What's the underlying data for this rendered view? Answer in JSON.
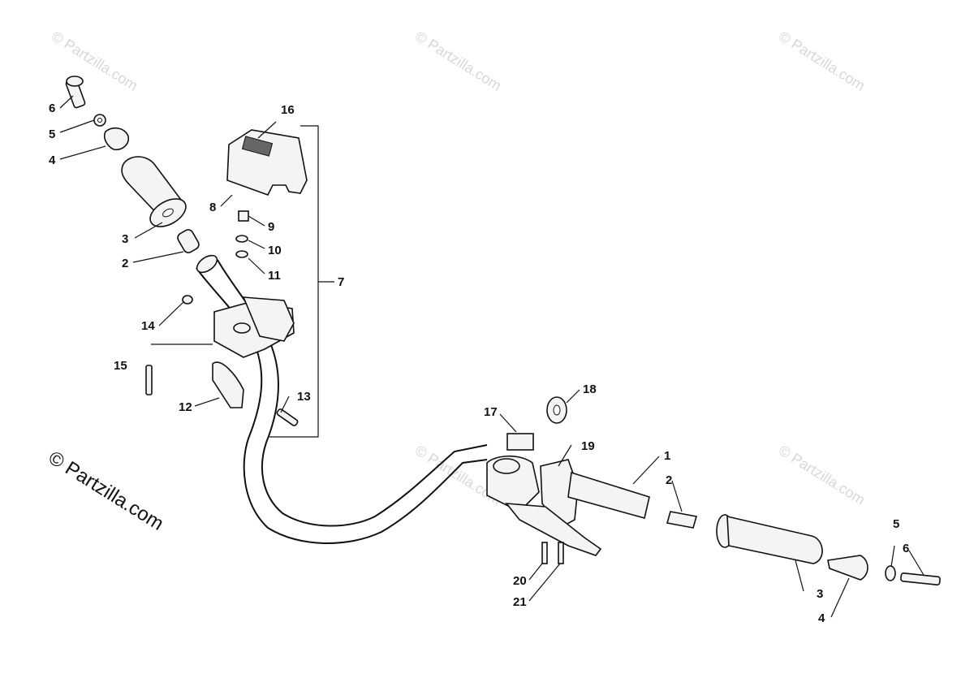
{
  "watermark": {
    "text": "© Partzilla.com",
    "color": "#d8d8d8"
  },
  "copyright": "© Partzilla.com",
  "callouts": {
    "left_6": "6",
    "left_5": "5",
    "left_4": "4",
    "left_3": "3",
    "left_2": "2",
    "n16": "16",
    "n8": "8",
    "n9": "9",
    "n10": "10",
    "n11": "11",
    "n7": "7",
    "n14": "14",
    "n15": "15",
    "n12": "12",
    "n13": "13",
    "n17": "17",
    "n18": "18",
    "n19": "19",
    "n1": "1",
    "right_2": "2",
    "right_5": "5",
    "right_6": "6",
    "right_3": "3",
    "right_4": "4",
    "n20": "20",
    "n21": "21"
  }
}
